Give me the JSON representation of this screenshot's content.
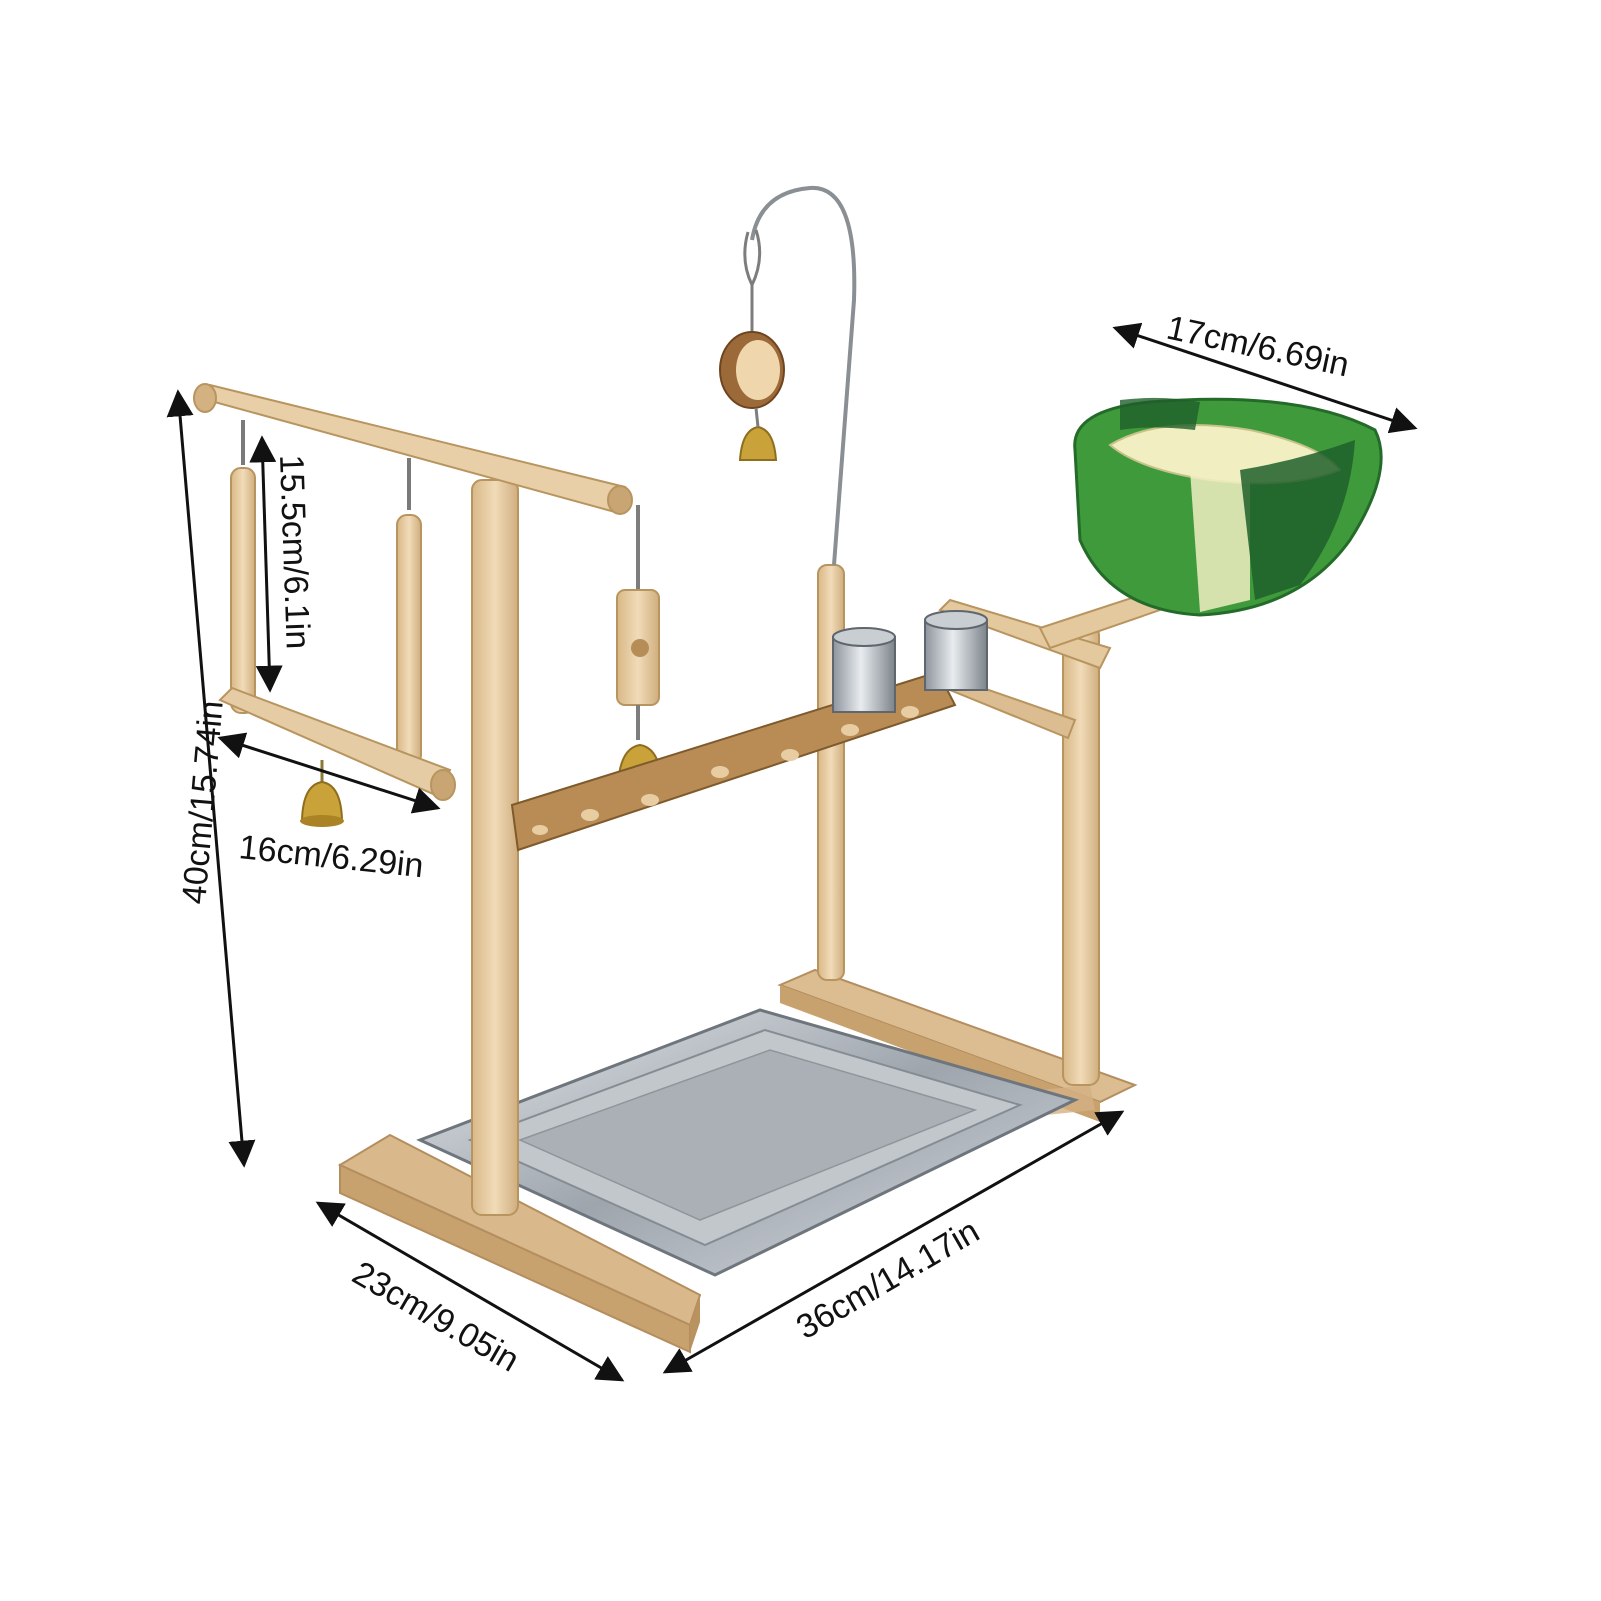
{
  "dimensions": {
    "overall_height": "40cm/15.74in",
    "swing_height": "15.5cm/6.1in",
    "swing_width": "16cm/6.29in",
    "nest_width": "17cm/6.69in",
    "base_depth": "23cm/9.05in",
    "base_length": "36cm/14.17in"
  },
  "colors": {
    "wood": "#e6c9a0",
    "wood_shade": "#c9a575",
    "tray": "#b9bec4",
    "nest_green": "#3f9a3c",
    "nest_dark": "#1f5f2a",
    "nest_cream": "#f1efc2",
    "bell": "#caa23a"
  }
}
